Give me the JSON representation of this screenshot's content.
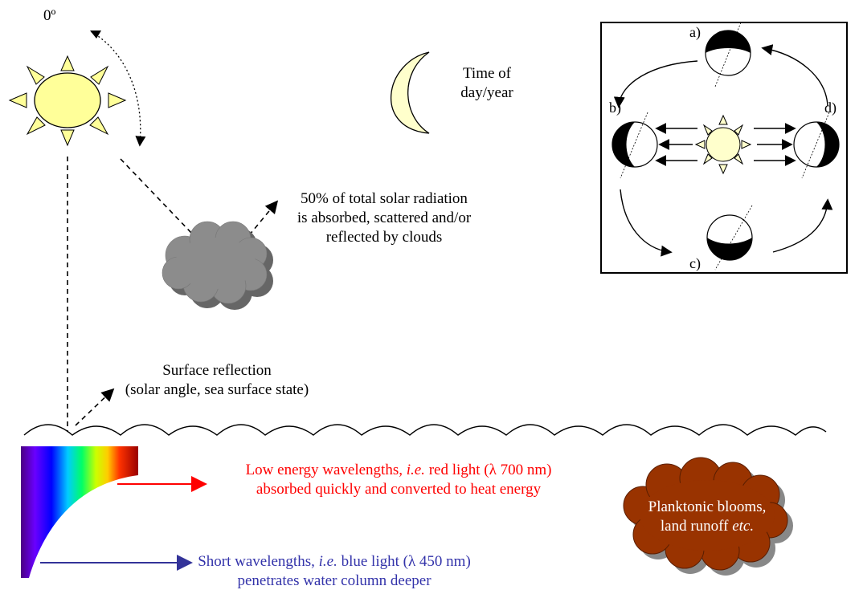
{
  "zenith_label": "0º",
  "moon_caption": {
    "line1": "Time of",
    "line2": "day/year"
  },
  "cloud_caption": {
    "line1": "50% of total solar radiation",
    "line2": "is absorbed, scattered and/or",
    "line3": "reflected by clouds"
  },
  "surface_caption": {
    "line1": "Surface reflection",
    "line2": "(solar angle, sea surface state)"
  },
  "red_caption": {
    "line1_pre": "Low energy wavelengths, ",
    "line1_ie": "i.e.",
    "line1_post": " red light (λ 700 nm)",
    "line2": "absorbed quickly and converted to heat energy"
  },
  "blue_caption": {
    "line1_pre": "Short wavelengths, ",
    "line1_ie": "i.e.",
    "line1_post": " blue light (λ 450 nm)",
    "line2": "penetrates water column deeper"
  },
  "bloom_caption": {
    "line1": "Planktonic blooms,",
    "line2_pre": "land runoff ",
    "line2_etc": "etc."
  },
  "orbit_labels": {
    "a": "a)",
    "b": "b)",
    "c": "c)",
    "d": "d)"
  },
  "colors": {
    "sun_fill": "#ffff99",
    "moon_fill": "#ffffcc",
    "cloud_fill": "#808080",
    "bloom_fill": "#993300",
    "red_arrow": "#ff0000",
    "blue_arrow": "#333399"
  }
}
